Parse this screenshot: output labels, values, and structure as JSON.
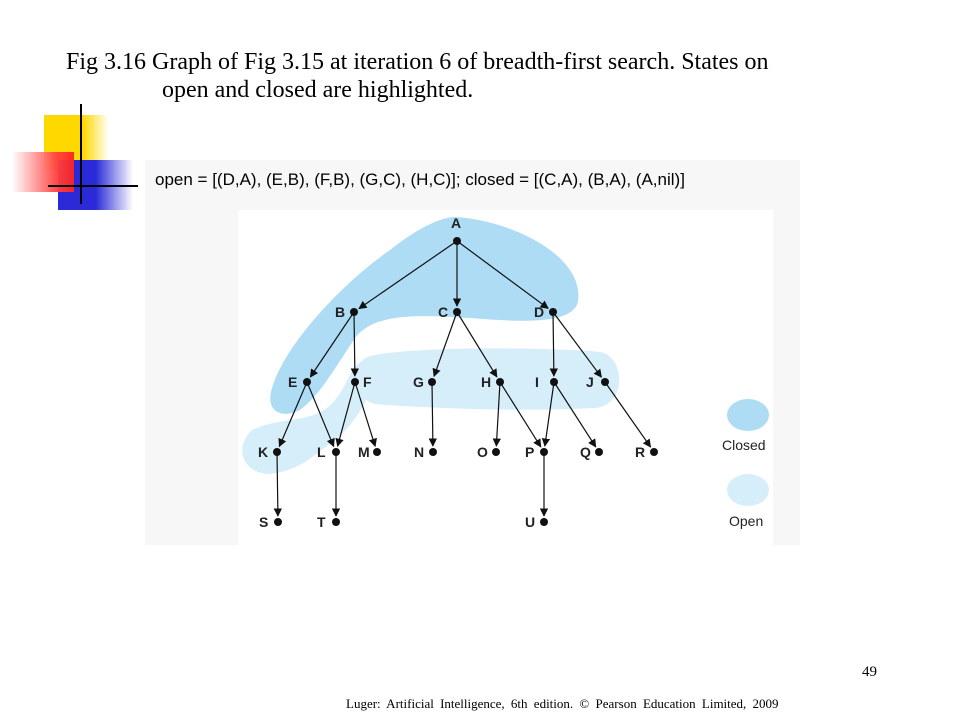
{
  "slide": {
    "title_line1": "Fig 3.16 Graph of Fig 3.15 at iteration 6 of breadth-first search. States on",
    "title_line2": "open and closed are highlighted.",
    "open_closed_text": "open = [(D,A), (E,B), (F,B), (G,C), (H,C)]; closed = [(C,A), (B,A), (A,nil)]",
    "page_number": "49",
    "footer": "Luger: Artificial Intelligence, 6th edition. © Pearson Education Limited, 2009"
  },
  "legend": {
    "closed_label": "Closed",
    "open_label": "Open",
    "closed_color": "#aedcf5",
    "open_color": "#d6eefa"
  },
  "graph": {
    "nodes": [
      {
        "id": "A"
      },
      {
        "id": "B"
      },
      {
        "id": "C"
      },
      {
        "id": "D"
      },
      {
        "id": "E"
      },
      {
        "id": "F"
      },
      {
        "id": "G"
      },
      {
        "id": "H"
      },
      {
        "id": "I"
      },
      {
        "id": "J"
      },
      {
        "id": "K"
      },
      {
        "id": "L"
      },
      {
        "id": "M"
      },
      {
        "id": "N"
      },
      {
        "id": "O"
      },
      {
        "id": "P"
      },
      {
        "id": "Q"
      },
      {
        "id": "R"
      },
      {
        "id": "S"
      },
      {
        "id": "T"
      },
      {
        "id": "U"
      }
    ],
    "edges": [
      [
        "A",
        "B"
      ],
      [
        "A",
        "C"
      ],
      [
        "A",
        "D"
      ],
      [
        "B",
        "E"
      ],
      [
        "B",
        "F"
      ],
      [
        "C",
        "G"
      ],
      [
        "C",
        "H"
      ],
      [
        "D",
        "I"
      ],
      [
        "D",
        "J"
      ],
      [
        "E",
        "K"
      ],
      [
        "E",
        "L"
      ],
      [
        "F",
        "L"
      ],
      [
        "F",
        "M"
      ],
      [
        "G",
        "N"
      ],
      [
        "H",
        "O"
      ],
      [
        "H",
        "P"
      ],
      [
        "I",
        "P"
      ],
      [
        "I",
        "Q"
      ],
      [
        "J",
        "R"
      ],
      [
        "K",
        "S"
      ],
      [
        "L",
        "T"
      ],
      [
        "P",
        "U"
      ]
    ]
  }
}
